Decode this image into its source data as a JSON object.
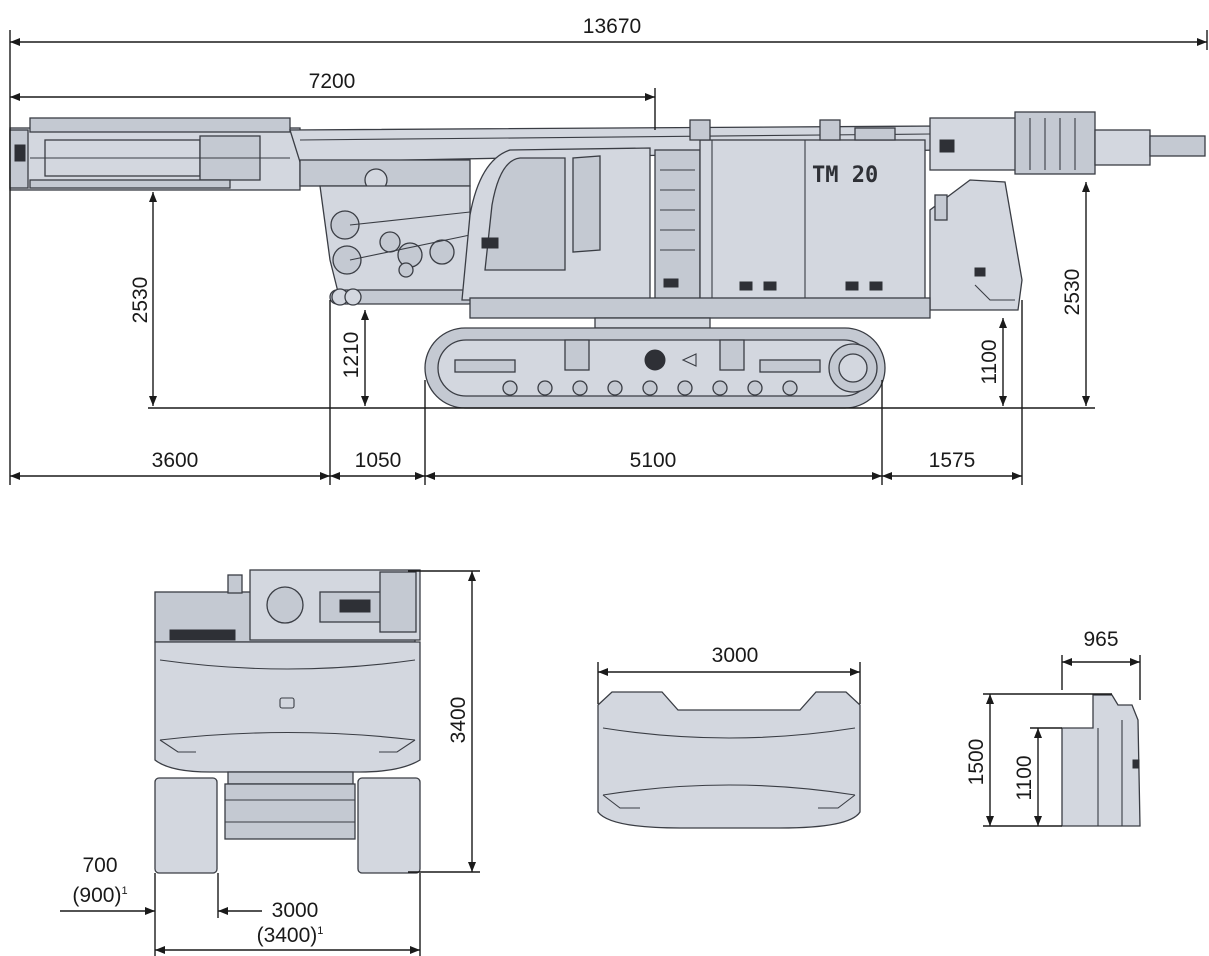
{
  "machine": {
    "model_label": "TM 20"
  },
  "side_view": {
    "overall_length": "13670",
    "boom_length": "7200",
    "front_height": "2530",
    "rear_height": "2530",
    "clearance_front": "1210",
    "clearance_rear": "1100",
    "segments": [
      "3600",
      "1050",
      "5100",
      "1575"
    ]
  },
  "rear_view": {
    "height": "3400",
    "track_width": "700",
    "track_width_alt": "(900)",
    "track_width_alt_note": "1",
    "gauge": "3000",
    "gauge_alt": "(3400)",
    "gauge_alt_note": "1"
  },
  "counterweight_front": {
    "width": "3000"
  },
  "counterweight_side": {
    "depth": "965",
    "height": "1500",
    "lower_height": "1100"
  }
}
